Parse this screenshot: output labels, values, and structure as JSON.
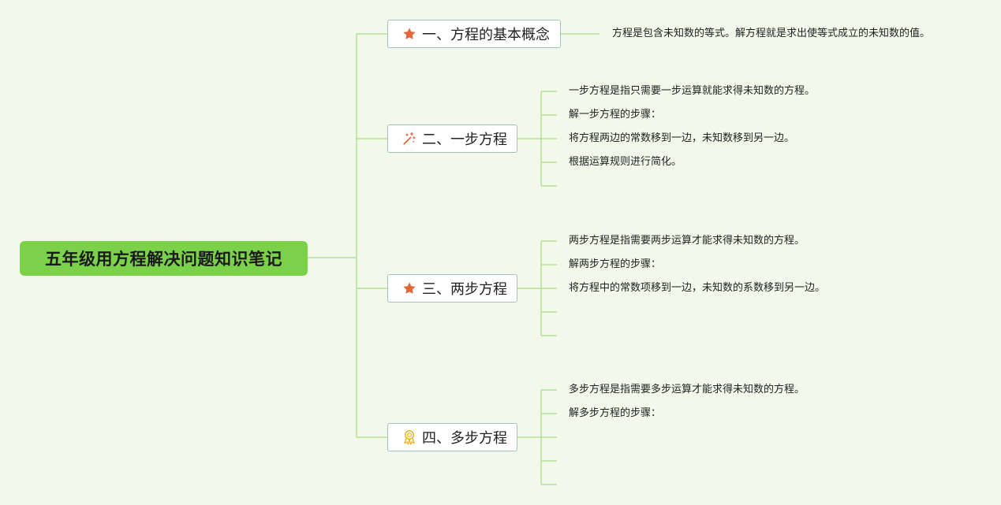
{
  "root": {
    "title": "五年级用方程解决问题知识笔记"
  },
  "colors": {
    "root_bg": "#7cd14a",
    "line": "#b4e095",
    "branch_border": "#9fc4bf",
    "star": "#e2663a",
    "ribbon": "#f0b428"
  },
  "branches": [
    {
      "label": "一、方程的基本概念",
      "icon": "star-icon",
      "leaves": [
        "方程是包含未知数的等式。解方程就是求出使等式成立的未知数的值。"
      ]
    },
    {
      "label": "二、一步方程",
      "icon": "magic-wand-icon",
      "leaves": [
        "一步方程是指只需要一步运算就能求得未知数的方程。",
        "解一步方程的步骤：",
        "将方程两边的常数移到一边，未知数移到另一边。",
        "根据运算规则进行简化。",
        ""
      ]
    },
    {
      "label": "三、两步方程",
      "icon": "star-icon",
      "leaves": [
        "两步方程是指需要两步运算才能求得未知数的方程。",
        "解两步方程的步骤：",
        "将方程中的常数项移到一边，未知数的系数移到另一边。",
        "",
        ""
      ]
    },
    {
      "label": "四、多步方程",
      "icon": "award-ribbon-icon",
      "leaves": [
        "多步方程是指需要多步运算才能求得未知数的方程。",
        "解多步方程的步骤：",
        "",
        "",
        ""
      ]
    }
  ]
}
